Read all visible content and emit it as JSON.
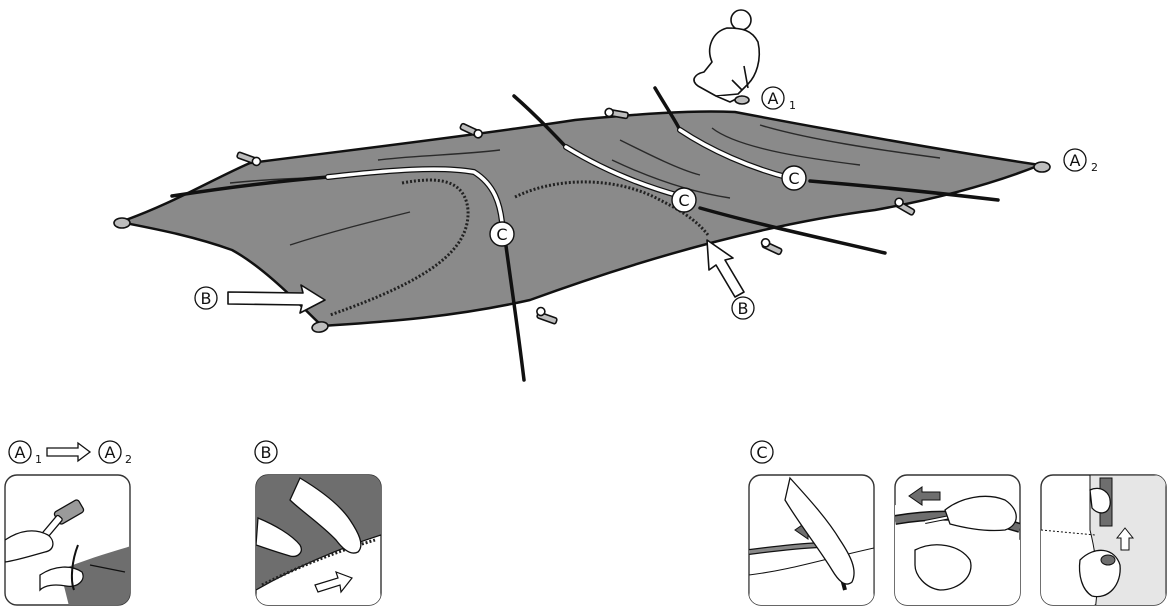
{
  "main_scene": {
    "callouts": [
      {
        "id": "a1",
        "letter": "A",
        "subscript": "1"
      },
      {
        "id": "a2",
        "letter": "A",
        "subscript": "2"
      },
      {
        "id": "b-left",
        "letter": "B",
        "subscript": ""
      },
      {
        "id": "b-right",
        "letter": "B",
        "subscript": ""
      },
      {
        "id": "c-left",
        "letter": "C",
        "subscript": ""
      },
      {
        "id": "c-mid",
        "letter": "C",
        "subscript": ""
      },
      {
        "id": "c-right",
        "letter": "C",
        "subscript": ""
      }
    ]
  },
  "steps": {
    "a": {
      "from_letter": "A",
      "from_sub": "1",
      "to_letter": "A",
      "to_sub": "2"
    },
    "b": {
      "letter": "B"
    },
    "c": {
      "letter": "C"
    }
  },
  "colors": {
    "tent_fill": "#8a8a8a",
    "outline": "#111111",
    "pole_white": "#ffffff",
    "panel_grey": "#6e6e6e"
  },
  "icons": [
    "person-kneeling-icon",
    "stake-peg-icon",
    "arrow-right-icon",
    "hammer-icon",
    "hand-icon"
  ]
}
